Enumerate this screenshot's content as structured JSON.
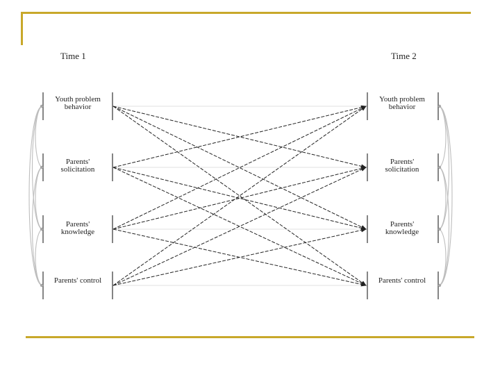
{
  "time_labels": [
    "Time 1",
    "Time 2"
  ],
  "left_nodes": [
    {
      "line1": "Youth problem",
      "line2": "behavior"
    },
    {
      "line1": "Parents'",
      "line2": "solicitation"
    },
    {
      "line1": "Parents'",
      "line2": "knowledge"
    },
    {
      "line1": "Parents' control",
      "line2": ""
    }
  ],
  "right_nodes": [
    {
      "line1": "Youth problem",
      "line2": "behavior"
    },
    {
      "line1": "Parents'",
      "line2": "solicitation"
    },
    {
      "line1": "Parents'",
      "line2": "knowledge"
    },
    {
      "line1": "Parents' control",
      "line2": ""
    }
  ],
  "colors": {
    "frame": "#c8a82a",
    "arrow": "#222222",
    "correlation": "#bdbdbd"
  }
}
